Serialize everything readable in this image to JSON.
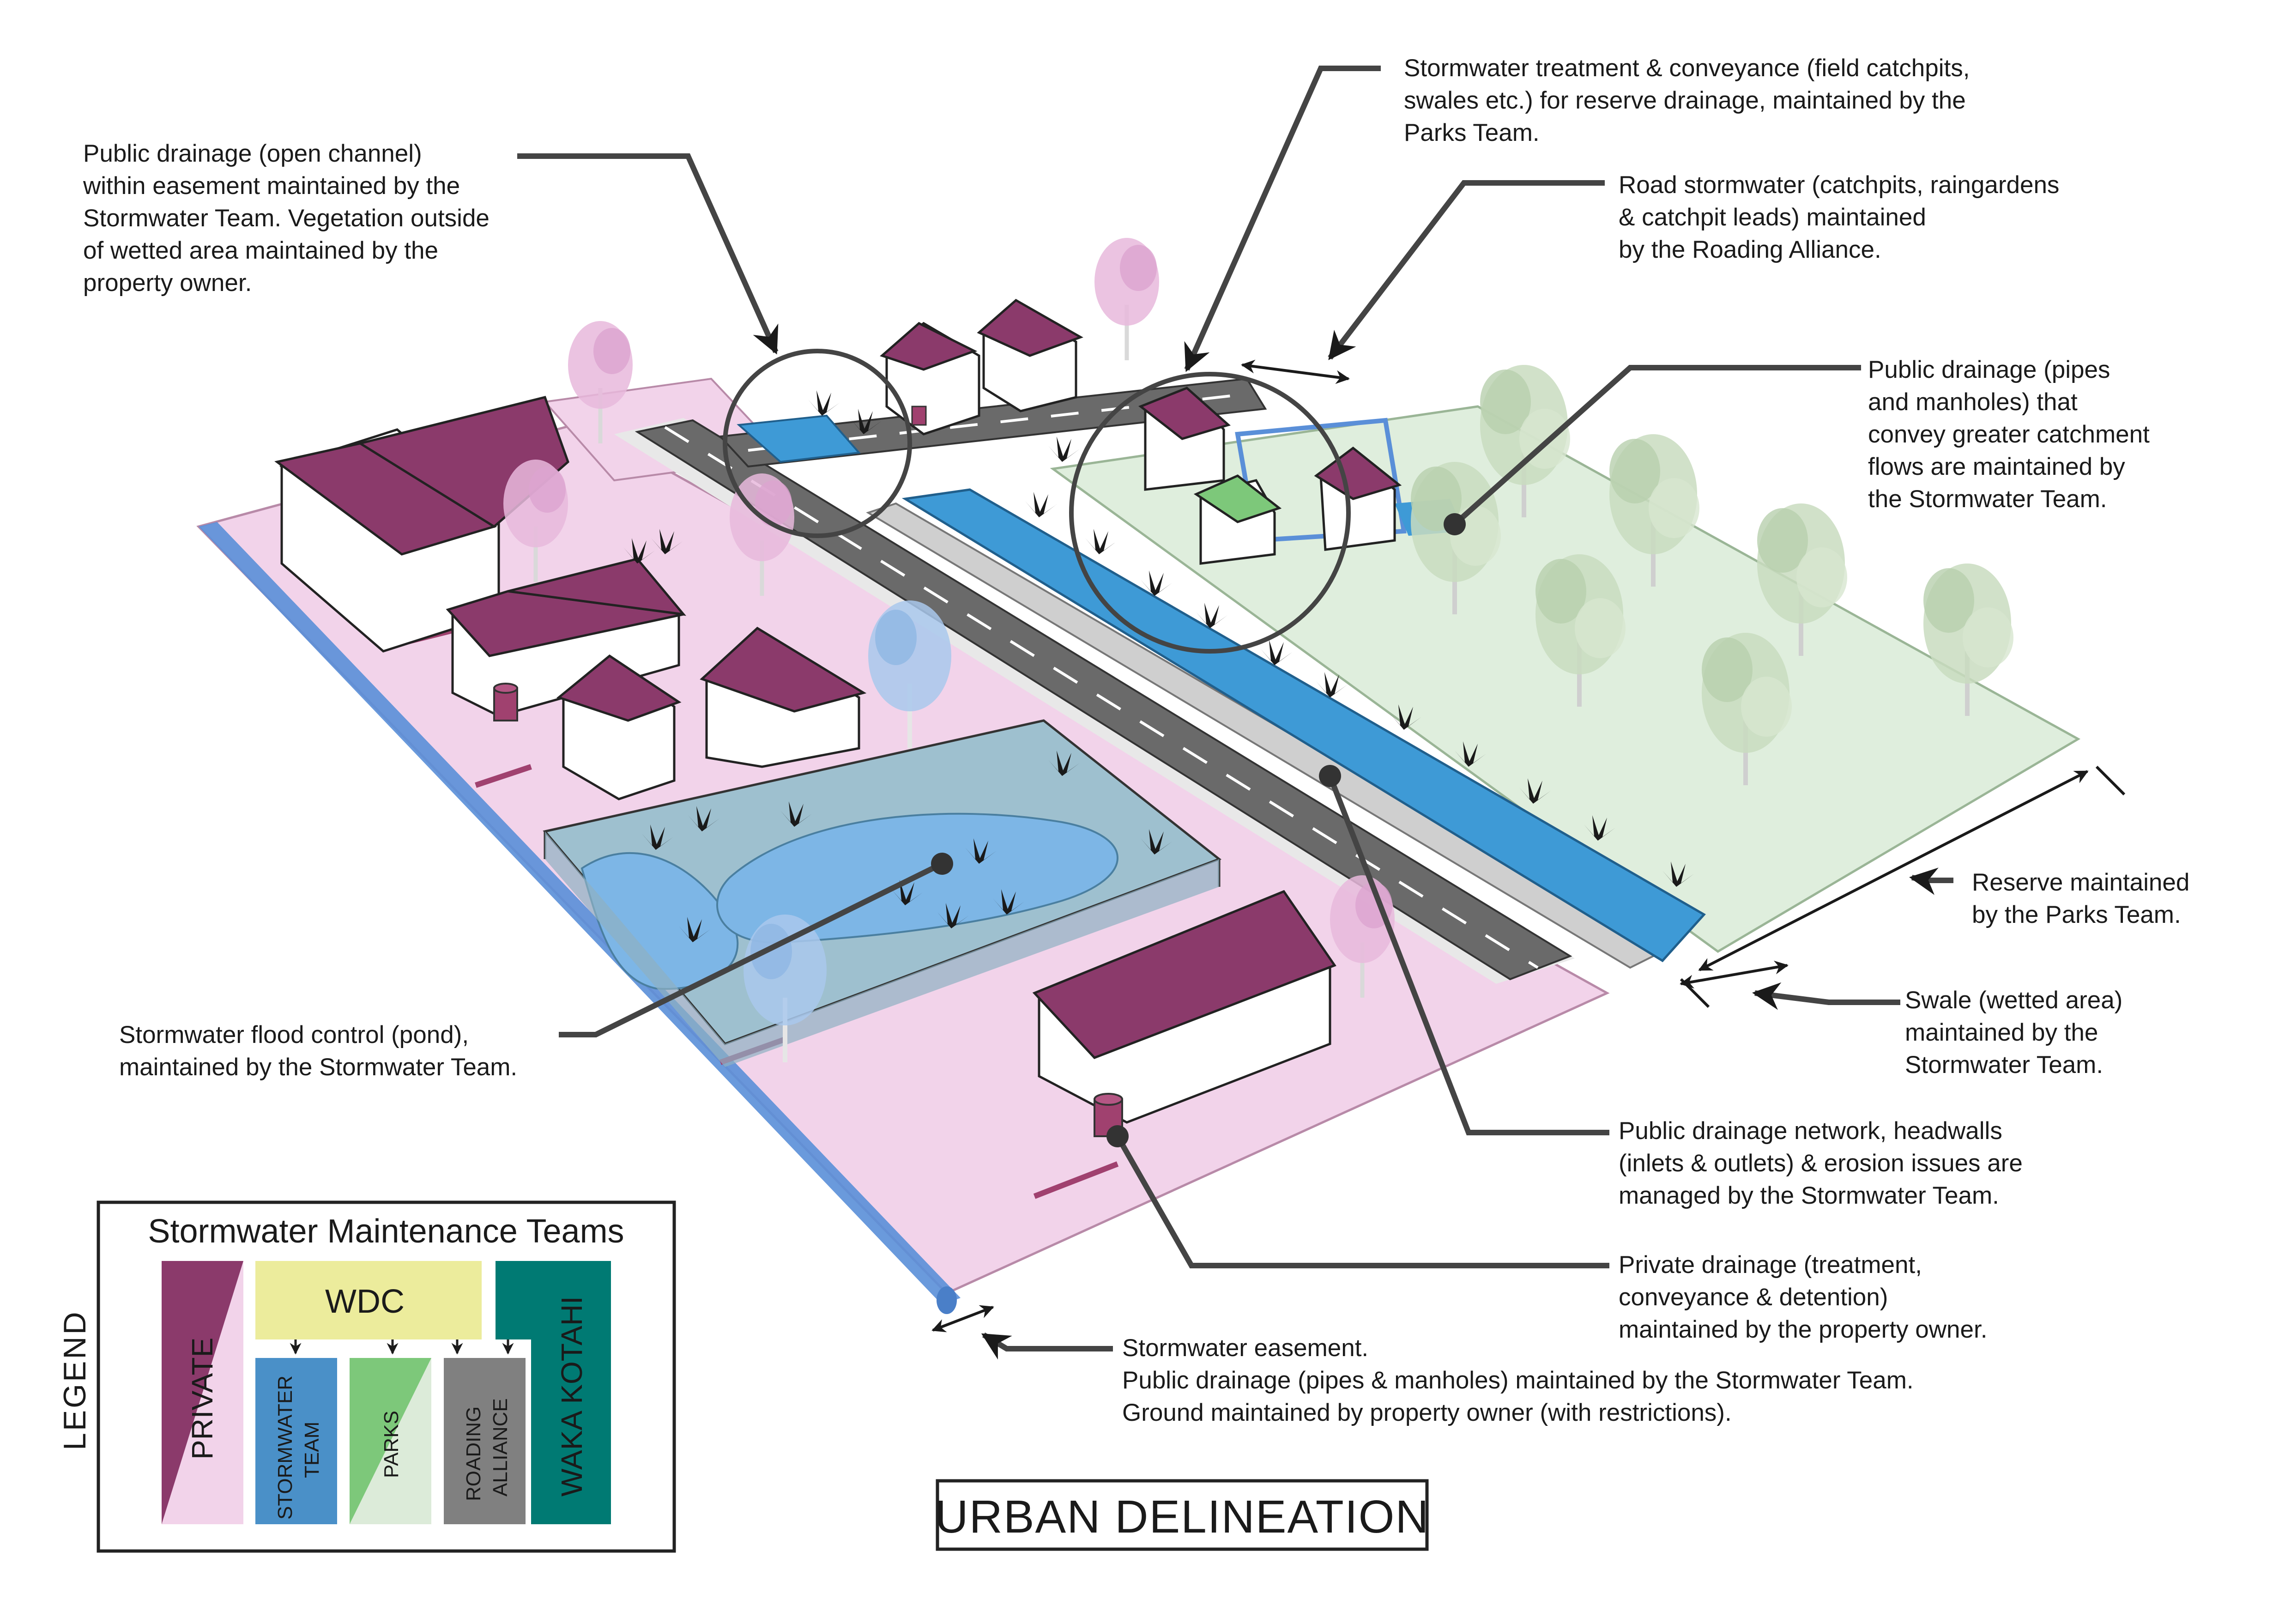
{
  "title": "URBAN DELINEATION",
  "colors": {
    "private": "#8b3a6b",
    "private_light": "#f2d3ea",
    "wdc": "#ecec9c",
    "stormwater": "#4a90c8",
    "parks": "#7dc87a",
    "parks_light": "#dcebd9",
    "roading": "#808080",
    "waka_kotahi": "#007a73",
    "water": "#3e9ad6",
    "road": "#6a6a6a",
    "reserve": "#dfeedd",
    "roof": "#8b3a6b"
  },
  "annotations": [
    {
      "id": "open-channel",
      "lines": [
        "Public drainage (open channel)",
        "within easement maintained by the",
        "Stormwater Team. Vegetation outside",
        "of wetted area maintained by the",
        "property owner."
      ]
    },
    {
      "id": "treatment-conveyance",
      "lines": [
        "Stormwater treatment & conveyance (field catchpits,",
        "swales etc.) for reserve drainage, maintained by the",
        "Parks Team."
      ]
    },
    {
      "id": "road-stormwater",
      "lines": [
        "Road stormwater (catchpits, raingardens",
        "& catchpit leads) maintained",
        "by the Roading Alliance."
      ]
    },
    {
      "id": "pipes-manholes",
      "lines": [
        "Public drainage (pipes",
        "and manholes) that",
        "convey greater catchment",
        "flows are maintained by",
        "the Stormwater Team."
      ]
    },
    {
      "id": "reserve",
      "lines": [
        "Reserve maintained",
        "by the Parks Team."
      ]
    },
    {
      "id": "swale",
      "lines": [
        "Swale (wetted area)",
        "maintained by the",
        "Stormwater Team."
      ]
    },
    {
      "id": "network",
      "lines": [
        "Public drainage network, headwalls",
        "(inlets & outlets) & erosion issues are",
        "managed by the Stormwater Team."
      ]
    },
    {
      "id": "private-drainage",
      "lines": [
        "Private drainage (treatment,",
        "conveyance & detention)",
        "maintained by the property owner."
      ]
    },
    {
      "id": "easement",
      "lines": [
        "Stormwater easement.",
        "Public drainage (pipes & manholes) maintained by the Stormwater Team.",
        "Ground maintained by property owner (with restrictions)."
      ]
    },
    {
      "id": "pond",
      "lines": [
        "Stormwater flood control (pond),",
        "maintained by the Stormwater Team."
      ]
    }
  ],
  "legend": {
    "side_label": "LEGEND",
    "title": "Stormwater Maintenance Teams",
    "wdc": "WDC",
    "private": "PRIVATE",
    "stormwater_lines": [
      "STORMWATER",
      "TEAM"
    ],
    "parks": "PARKS",
    "roading_lines": [
      "ROADING",
      "ALLIANCE"
    ],
    "waka_kotahi": "WAKA KOTAHI"
  }
}
